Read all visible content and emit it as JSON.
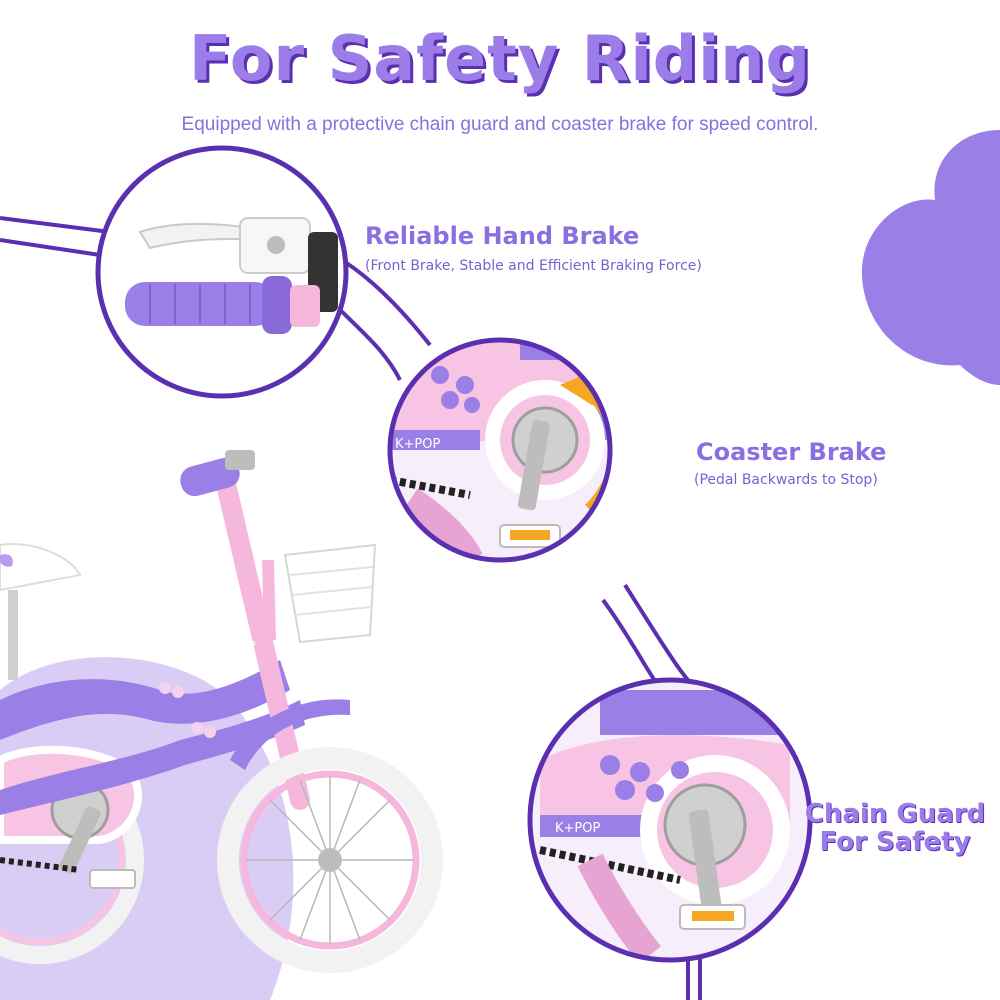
{
  "header": {
    "title": "For Safety Riding",
    "subtitle": "Equipped with a protective chain guard and coaster brake for speed control."
  },
  "features": {
    "hand_brake": {
      "title": "Reliable Hand Brake",
      "subtitle": "(Front Brake, Stable and Efficient Braking Force)"
    },
    "coaster_brake": {
      "title": "Coaster Brake",
      "subtitle": "(Pedal Backwards to Stop)"
    },
    "chain_guard": {
      "line1": "Chain Guard",
      "line2": "For Safety"
    }
  },
  "bike": {
    "frame_text": "K+POP"
  },
  "colors": {
    "accent": "#9b7ce8",
    "deep_purple": "#5a2fb0",
    "blob": "#9a7fe6",
    "soft_lavender": "#d9cdf5",
    "pink": "#f5b8dc",
    "orange_arrow": "#f5a623"
  }
}
